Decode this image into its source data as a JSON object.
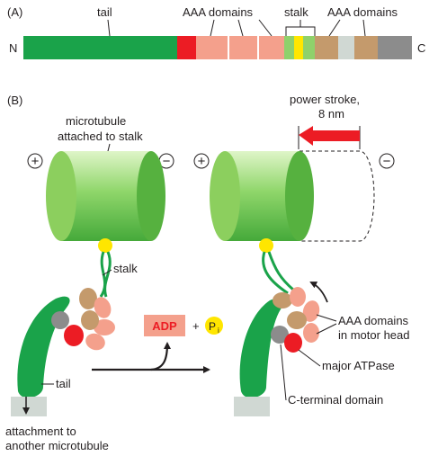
{
  "panel_a": {
    "label": "(A)",
    "n_terminus": "N",
    "c_terminus": "C",
    "labels": {
      "tail": "tail",
      "aaa_left": "AAA domains",
      "stalk": "stalk",
      "aaa_right": "AAA domains"
    },
    "colors": {
      "tail": "#1aa34a",
      "red_domain": "#ec1c24",
      "aaa_pink": "#f4a08c",
      "stalk_green": "#8fd16b",
      "stalk_yellow": "#ffe600",
      "aaa_tan": "#c49a6c",
      "light_gray": "#d0d8d3",
      "dark_gray": "#8c8c8c"
    }
  },
  "panel_b": {
    "label": "(B)",
    "microtubule_label_line1": "microtubule",
    "microtubule_label_line2": "attached to stalk",
    "plus_sign": "+",
    "minus_sign": "−",
    "power_stroke_line1": "power stroke,",
    "power_stroke_line2": "8 nm",
    "stalk_label": "stalk",
    "tail_label": "tail",
    "attachment_line1": "attachment to",
    "attachment_line2": "another microtubule",
    "adp_label": "ADP",
    "plus_operator": "+",
    "pi_base": "P",
    "pi_sub": "i",
    "aaa_motor_line1": "AAA domains",
    "aaa_motor_line2": "in motor head",
    "atpase_label": "major ATPase",
    "cterm_label": "C-terminal domain"
  }
}
